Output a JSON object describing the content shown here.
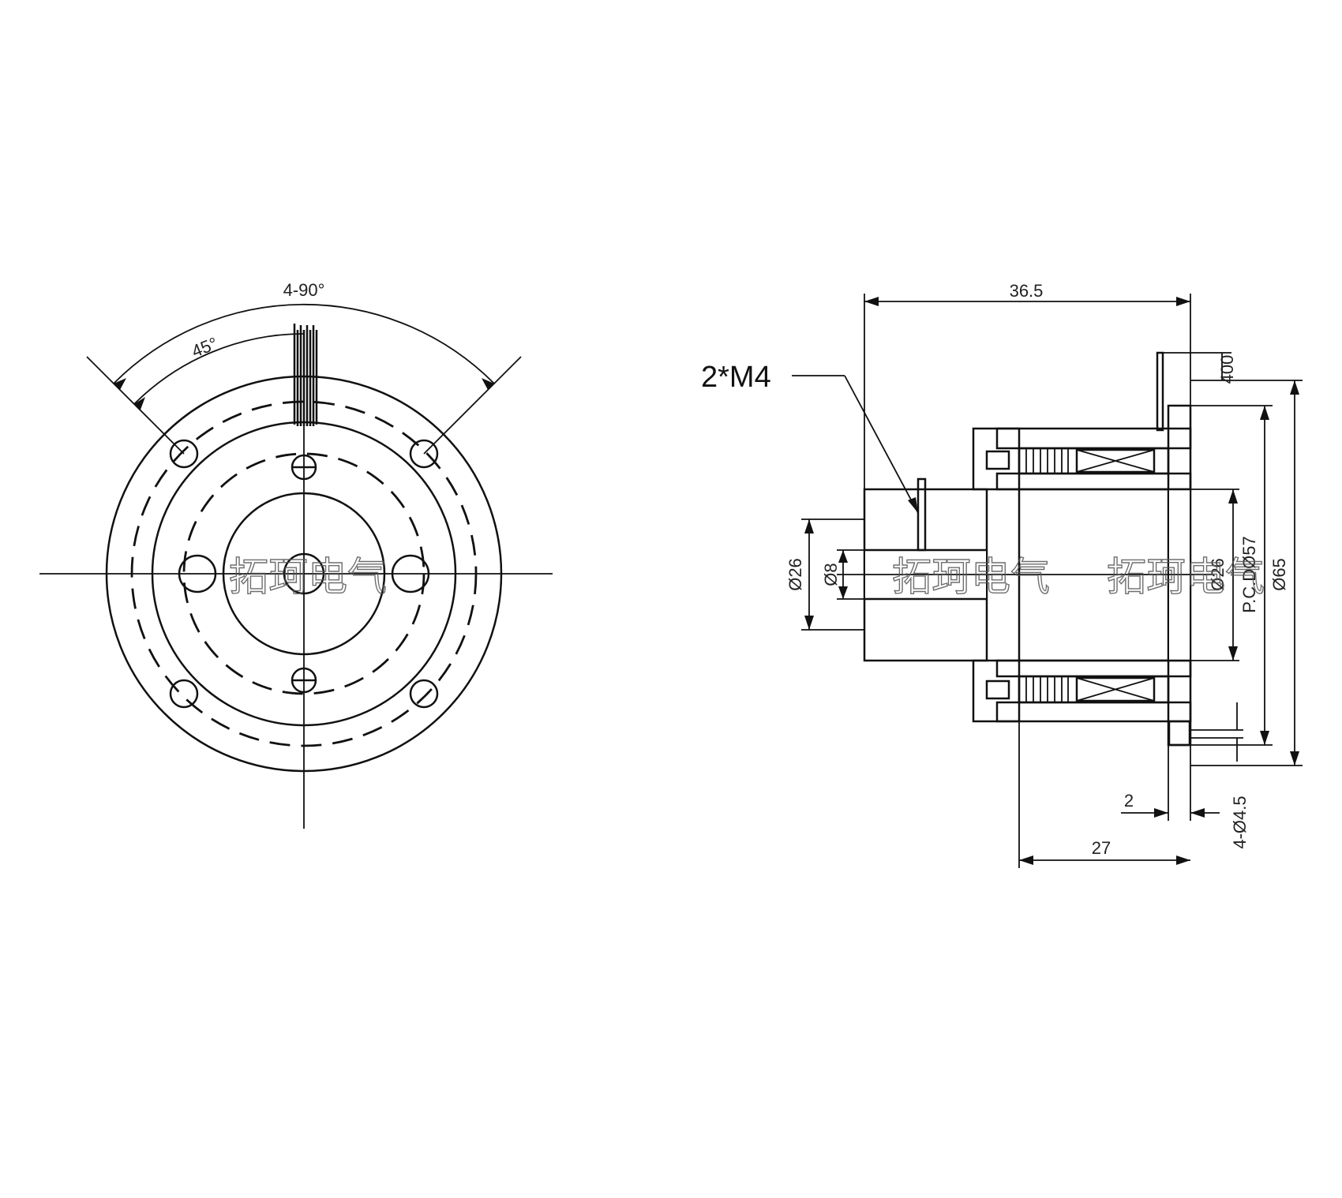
{
  "front_view": {
    "angle_total": "4-90°",
    "angle_offset": "45°"
  },
  "side_view": {
    "thread_callout": "2*M4",
    "overall_length": "36.5",
    "wire_length": "400",
    "dia_26": "Ø26",
    "dia_8": "Ø8",
    "dia_bore": "Ø26",
    "pcd": "P.C.DØ57",
    "dia_65": "Ø65",
    "flange_offset": "2",
    "holes": "4-Ø4.5",
    "body_length": "27"
  },
  "watermark": "拓珂电气"
}
